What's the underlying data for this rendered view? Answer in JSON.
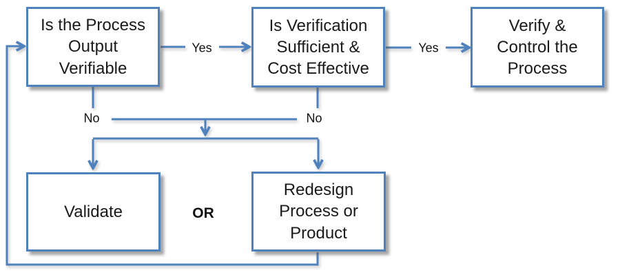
{
  "diagram": {
    "type": "flowchart",
    "accent_color": "#4f81bd",
    "text_color": "#1a1a1a",
    "background_color": "#ffffff",
    "nodes": [
      {
        "id": "process-output-verifiable",
        "label": "Is the Process\nOutput\nVerifiable"
      },
      {
        "id": "verification-sufficient-cost-effective",
        "label": "Is Verification\nSufficient &\nCost Effective"
      },
      {
        "id": "verify-and-control-process",
        "label": "Verify &\nControl the\nProcess"
      },
      {
        "id": "validate",
        "label": "Validate"
      },
      {
        "id": "redesign-process-or-product",
        "label": "Redesign\nProcess or\nProduct"
      }
    ],
    "edge_labels": {
      "yes_1": "Yes",
      "yes_2": "Yes",
      "no_1": "No",
      "no_2": "No",
      "or": "OR"
    },
    "edges": [
      {
        "from": "process-output-verifiable",
        "to": "verification-sufficient-cost-effective",
        "label": "Yes"
      },
      {
        "from": "verification-sufficient-cost-effective",
        "to": "verify-and-control-process",
        "label": "Yes"
      },
      {
        "from": "process-output-verifiable",
        "to": "validate-or-redesign-junction",
        "label": "No"
      },
      {
        "from": "verification-sufficient-cost-effective",
        "to": "validate-or-redesign-junction",
        "label": "No"
      },
      {
        "from": "validate-or-redesign-junction",
        "to": "validate",
        "label": ""
      },
      {
        "from": "validate-or-redesign-junction",
        "to": "redesign-process-or-product",
        "label": "OR"
      },
      {
        "from": "redesign-process-or-product",
        "to": "process-output-verifiable",
        "label": ""
      }
    ]
  }
}
